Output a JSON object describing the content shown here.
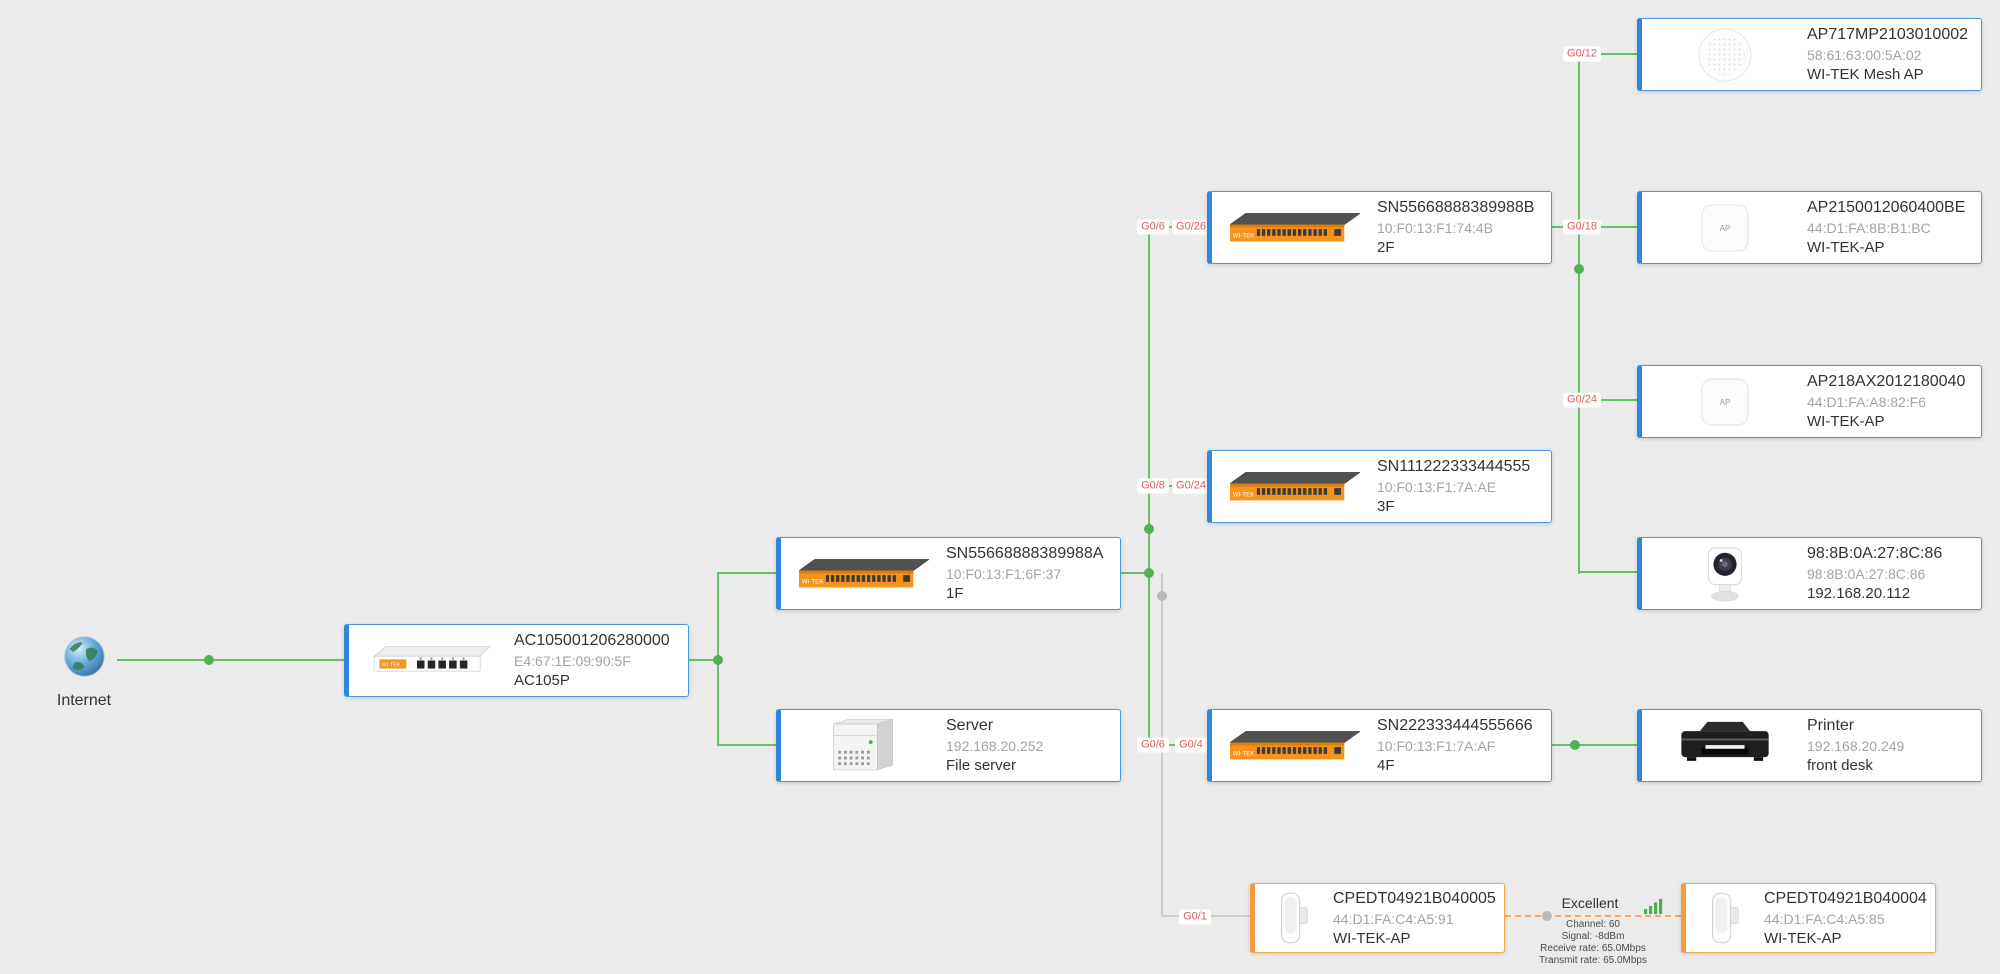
{
  "internet": {
    "label": "Internet",
    "icon": "globe-icon"
  },
  "nodes": {
    "meshap": {
      "title": "AP717MP2103010002",
      "line2": "58:61:63:00:5A:02",
      "line3": "WI-TEK Mesh AP",
      "icon": "mesh-ap-icon"
    },
    "sw2f": {
      "title": "SN55668888389988B",
      "line2": "10:F0:13:F1:74:4B",
      "line3": "2F",
      "icon": "switch-icon"
    },
    "ap215": {
      "title": "AP2150012060400BE",
      "line2": "44:D1:FA:8B:B1:BC",
      "line3": "WI-TEK-AP",
      "icon": "ap-icon"
    },
    "ap218": {
      "title": "AP218AX2012180040",
      "line2": "44:D1:FA:A8:82:F6",
      "line3": "WI-TEK-AP",
      "icon": "ap-icon"
    },
    "sw3f": {
      "title": "SN111222333444555",
      "line2": "10:F0:13:F1:7A:AE",
      "line3": "3F",
      "icon": "switch-icon"
    },
    "camera": {
      "title": "98:8B:0A:27:8C:86",
      "line2": "98:8B:0A:27:8C:86",
      "line3": "192.168.20.112",
      "icon": "camera-icon"
    },
    "sw1f": {
      "title": "SN55668888389988A",
      "line2": "10:F0:13:F1:6F:37",
      "line3": "1F",
      "icon": "switch-icon"
    },
    "ac": {
      "title": "AC105001206280000",
      "line2": "E4:67:1E:09:90:5F",
      "line3": "AC105P",
      "icon": "router-icon"
    },
    "server": {
      "title": "Server",
      "line2": "192.168.20.252",
      "line3": "File server",
      "icon": "server-icon"
    },
    "sw4f": {
      "title": "SN222333444555666",
      "line2": "10:F0:13:F1:7A:AF",
      "line3": "4F",
      "icon": "switch-icon"
    },
    "printer": {
      "title": "Printer",
      "line2": "192.168.20.249",
      "line3": "front desk",
      "icon": "printer-icon"
    },
    "cpe5": {
      "title": "CPEDT04921B040005",
      "line2": "44:D1:FA:C4:A5:91",
      "line3": "WI-TEK-AP",
      "icon": "cpe-icon"
    },
    "cpe4": {
      "title": "CPEDT04921B040004",
      "line2": "44:D1:FA:C4:A5:85",
      "line3": "WI-TEK-AP",
      "icon": "cpe-icon"
    }
  },
  "ports": {
    "mesh_uplink": "G0/12",
    "sw2f_uplink_remote": "G0/6",
    "sw2f_uplink_local": "G0/26",
    "ap215_uplink": "G0/18",
    "ap218_uplink": "G0/24",
    "sw3f_uplink_remote": "G0/8",
    "sw3f_uplink_local": "G0/24",
    "sw4f_uplink_remote": "G0/6",
    "sw4f_uplink_local": "G0/4",
    "cpe_uplink": "G0/1"
  },
  "wireless_link": {
    "quality": "Excellent",
    "channel": "Channel: 60",
    "signal": "Signal: -8dBm",
    "receive_rate": "Receive rate: 65.0Mbps",
    "transmit_rate": "Transmit rate: 65.0Mbps",
    "icon": "signal-bars-icon"
  },
  "colors": {
    "accent_blue": "#2f86dc",
    "accent_orange": "#f59a3e",
    "link_green": "#67c167",
    "link_gray": "#cccccc",
    "port_red": "#e05a5a",
    "wireless_orange": "#f5a860",
    "background": "#ebebeb"
  }
}
